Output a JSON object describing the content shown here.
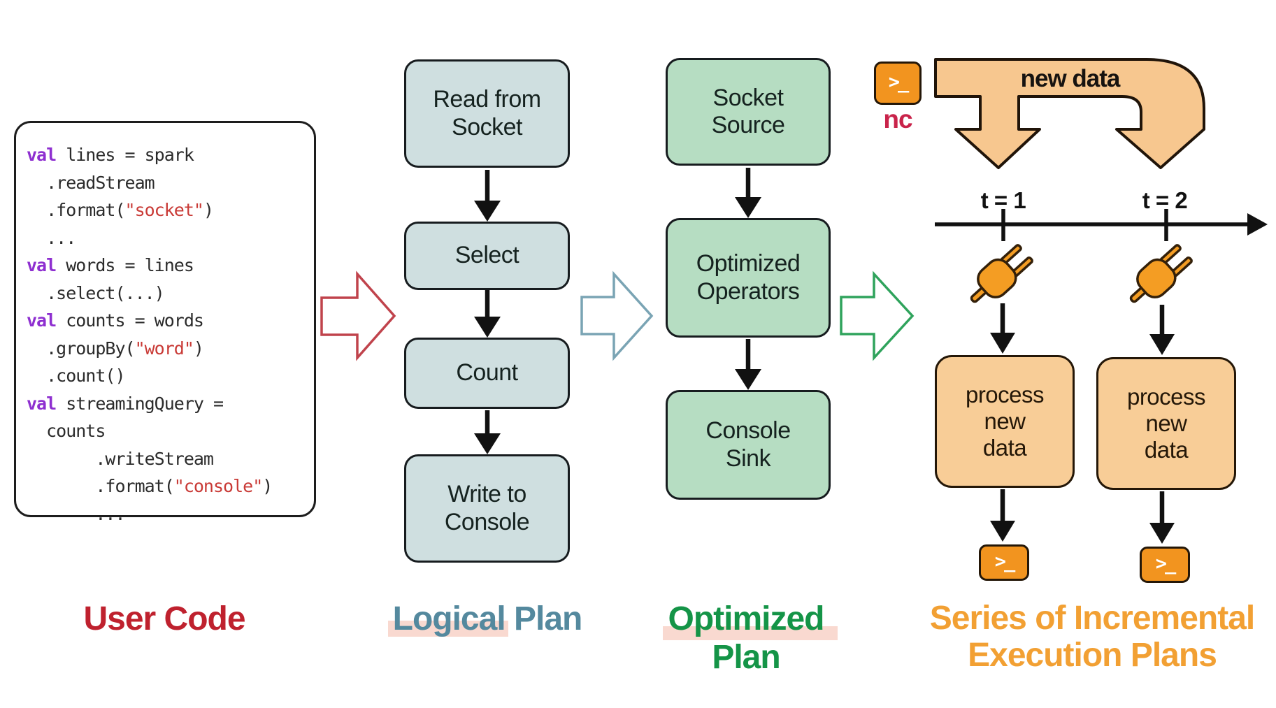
{
  "user_code": {
    "label": "User Code",
    "lines": [
      [
        {
          "t": "val",
          "c": "kw"
        },
        {
          "t": " lines = spark",
          "c": "plain"
        }
      ],
      [
        {
          "t": "  .readStream",
          "c": "plain"
        }
      ],
      [
        {
          "t": "  .format(",
          "c": "plain"
        },
        {
          "t": "\"socket\"",
          "c": "str"
        },
        {
          "t": ")",
          "c": "plain"
        }
      ],
      [
        {
          "t": "  ...",
          "c": "plain"
        }
      ],
      [
        {
          "t": "val",
          "c": "kw"
        },
        {
          "t": " words = lines",
          "c": "plain"
        }
      ],
      [
        {
          "t": "  .select(...)",
          "c": "plain"
        }
      ],
      [
        {
          "t": "val",
          "c": "kw"
        },
        {
          "t": " counts = words",
          "c": "plain"
        }
      ],
      [
        {
          "t": "  .groupBy(",
          "c": "plain"
        },
        {
          "t": "\"word\"",
          "c": "str"
        },
        {
          "t": ")",
          "c": "plain"
        }
      ],
      [
        {
          "t": "  .count()",
          "c": "plain"
        }
      ],
      [
        {
          "t": "val",
          "c": "kw"
        },
        {
          "t": " streamingQuery =",
          "c": "plain"
        }
      ],
      [
        {
          "t": "  counts",
          "c": "plain"
        }
      ],
      [
        {
          "t": "       .writeStream",
          "c": "plain"
        }
      ],
      [
        {
          "t": "       .format(",
          "c": "plain"
        },
        {
          "t": "\"console\"",
          "c": "str"
        },
        {
          "t": ")",
          "c": "plain"
        }
      ],
      [
        {
          "t": "       ...",
          "c": "plain"
        }
      ]
    ]
  },
  "logical_plan": {
    "label": "Logical Plan",
    "nodes": [
      "Read from\nSocket",
      "Select",
      "Count",
      "Write to\nConsole"
    ]
  },
  "optimized_plan": {
    "label": "Optimized\nPlan",
    "nodes": [
      "Socket\nSource",
      "Optimized\nOperators",
      "Console\nSink"
    ]
  },
  "incremental": {
    "label": "Series of Incremental\nExecution Plans",
    "nc_label": "nc",
    "new_data_label": "new data",
    "terminal_glyph": ">_",
    "timeline": [
      {
        "time": "t = 1",
        "process": "process\nnew\ndata"
      },
      {
        "time": "t = 2",
        "process": "process\nnew\ndata"
      }
    ]
  },
  "icons": {
    "terminal": "terminal-prompt",
    "plug": "power-plug"
  },
  "colors": {
    "logical_node_fill": "#cfdfe0",
    "optimized_node_fill": "#b6ddc2",
    "process_node_fill": "#f8cd97",
    "new_data_arrow_fill": "#f7c78f",
    "terminal_orange": "#f2941f",
    "plug_orange": "#f49d23",
    "user_code_red": "#bf212e",
    "logical_blue": "#54899e",
    "optimized_green": "#149447",
    "series_orange": "#f2a033",
    "nc_red": "#c9234a",
    "code_keyword_purple": "#8e2fd0",
    "code_string_red": "#c93a36",
    "highlight_pink": "#f9d9d0",
    "red_transform_arrow": "#c0434c",
    "blue_transform_arrow": "#7aa4b4",
    "green_transform_arrow": "#2fa35c"
  }
}
